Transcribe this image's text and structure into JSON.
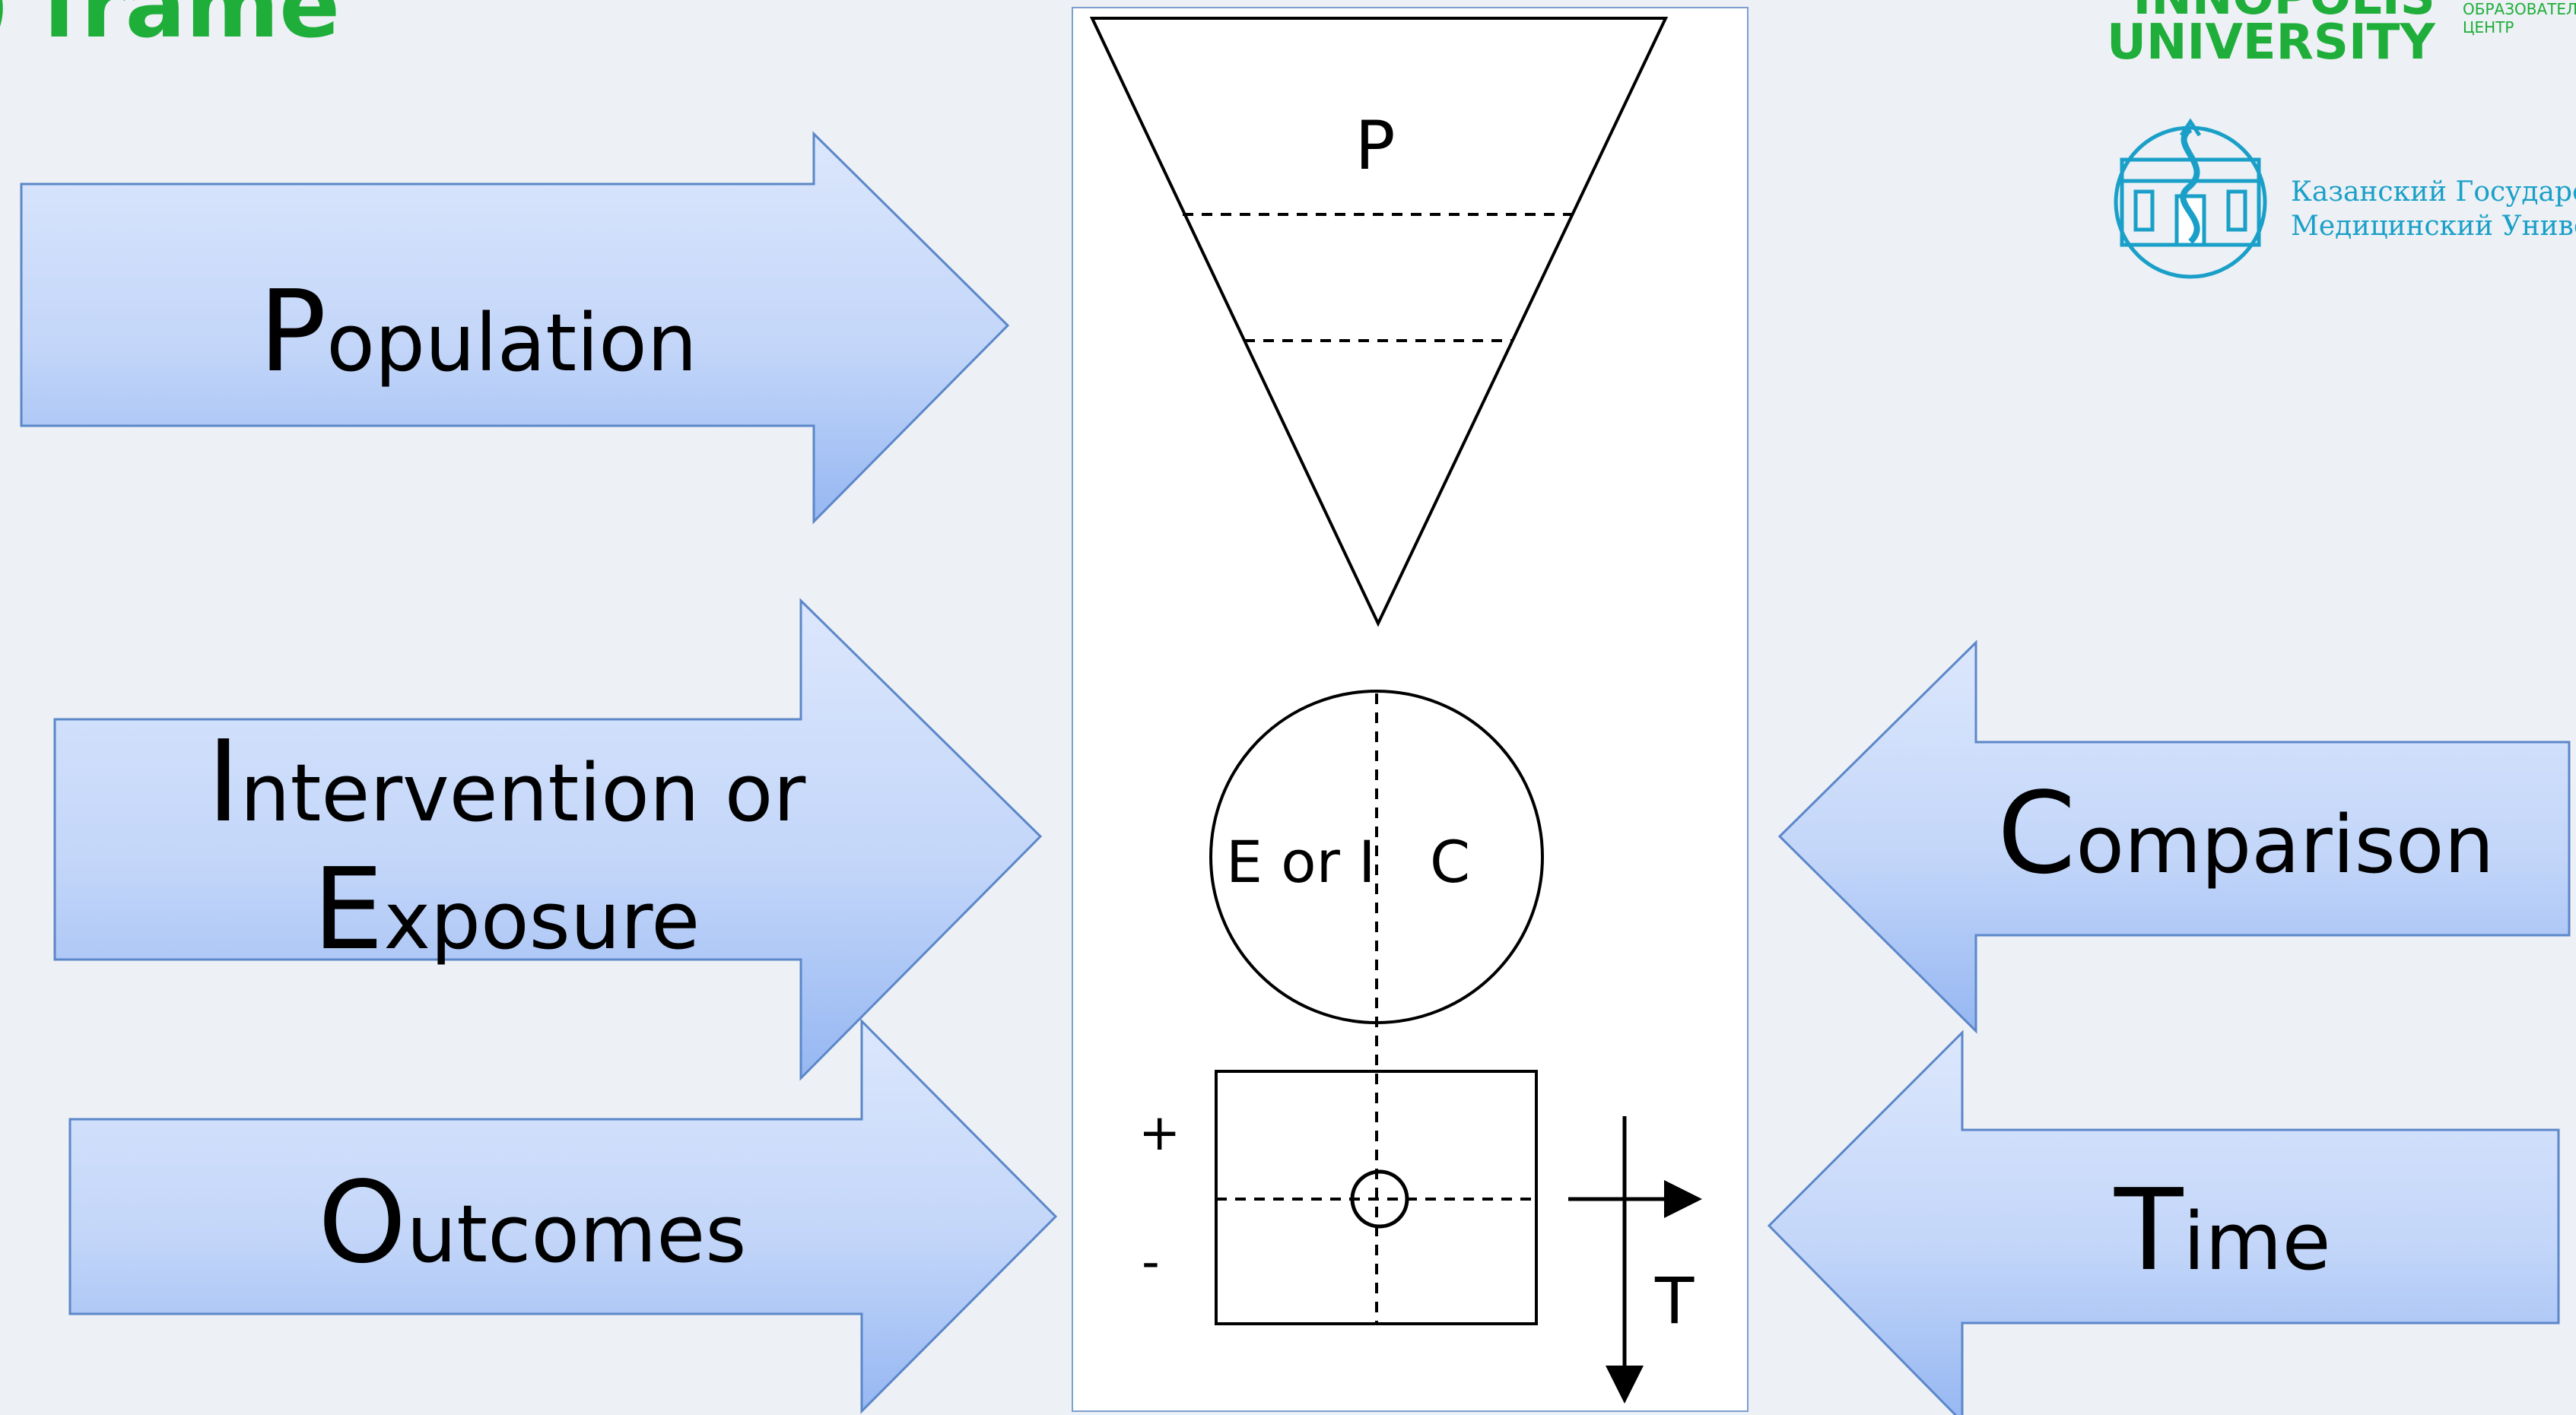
{
  "slide": {
    "title_fragment": ") frame",
    "arrows": {
      "population": {
        "cap": "P",
        "rest": "opulation"
      },
      "intervention": {
        "line1_cap": "I",
        "line1_rest": "ntervention or",
        "line2_cap": "E",
        "line2_rest": "xposure"
      },
      "outcomes": {
        "cap": "O",
        "rest": "utcomes"
      },
      "comparison": {
        "cap": "C",
        "rest": "omparison"
      },
      "time": {
        "cap": "T",
        "rest": "ime"
      }
    },
    "diagram": {
      "triangle_label": "P",
      "circle_left_label": "E or I",
      "circle_right_label": "C",
      "plus_label": "+",
      "minus_label": "-",
      "time_label": "T"
    },
    "logos": {
      "innopolis_line1": "INNOPOLIS",
      "innopolis_line2": "UNIVERSITY",
      "edu_center_line1": "ОБРАЗОВАТЕЛ",
      "edu_center_line2": "ЦЕНТР",
      "ksmu_line1": "Казанский Государственный",
      "ksmu_line2": "Медицинский Университет"
    }
  },
  "colors": {
    "arrow_fill_top": "#d9e5fb",
    "arrow_fill_bottom": "#9dbcf3",
    "arrow_stroke": "#5b87c9",
    "title_green": "#1fae3a",
    "ksmu_blue": "#1aa0c8",
    "background": "#edf0f5"
  }
}
